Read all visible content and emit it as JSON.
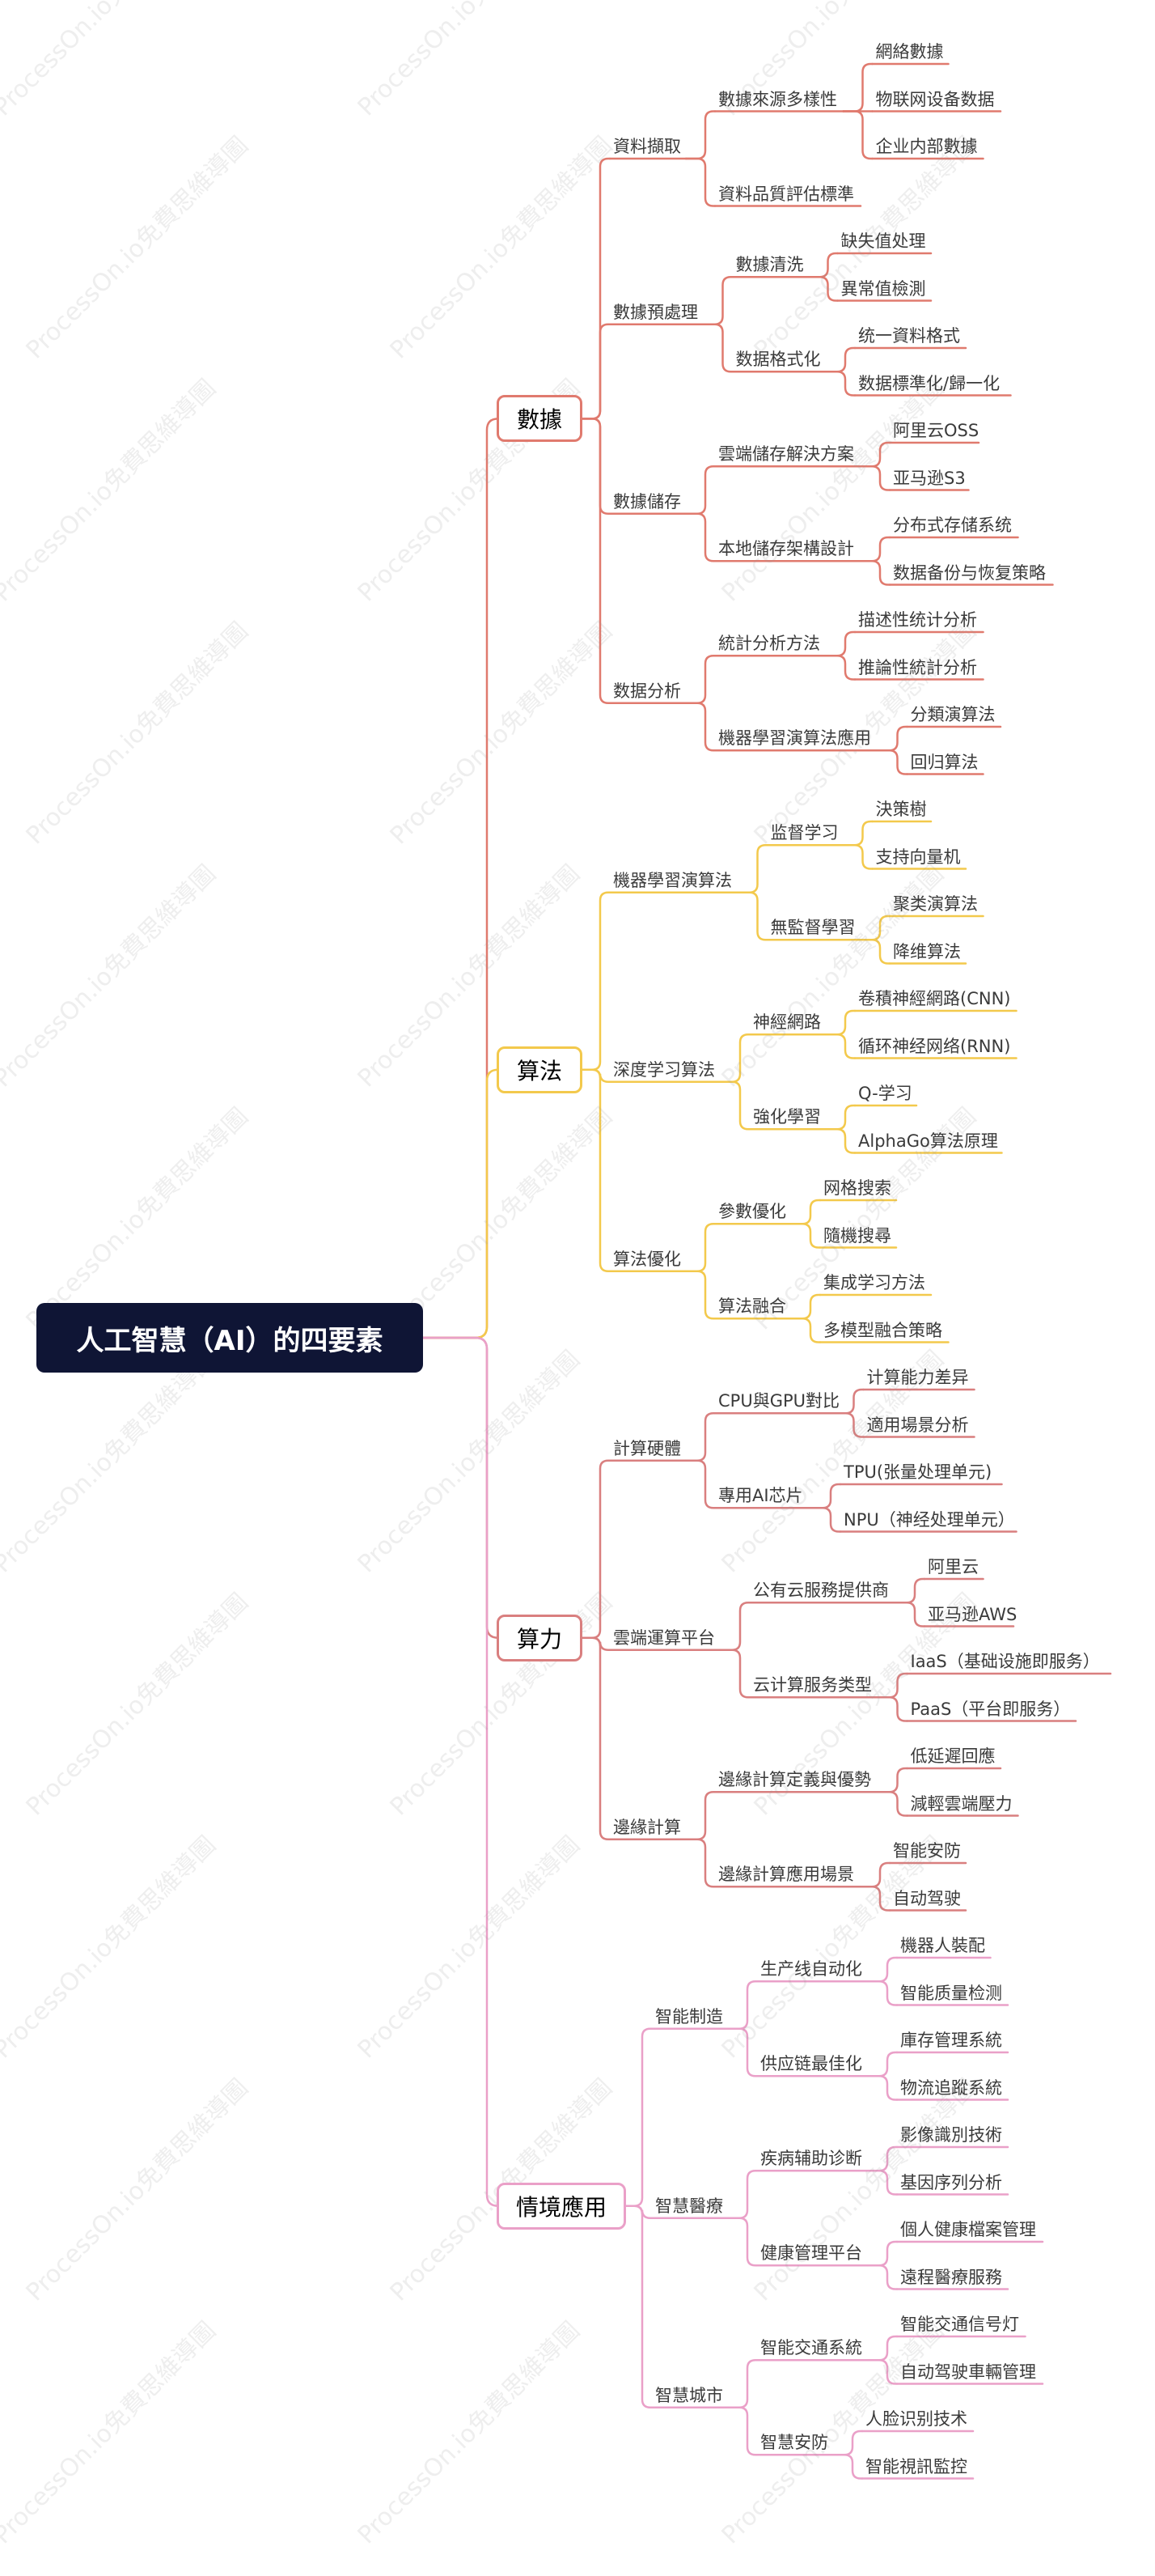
{
  "title": "人工智慧（AI）的四要素",
  "watermark": "ProcessOn.io免費思維導圖",
  "branches": [
    {
      "label": "數據",
      "color": "#e07a6e",
      "children": [
        {
          "label": "資料擷取",
          "children": [
            {
              "label": "數據來源多樣性",
              "children": [
                {
                  "label": "網絡數據"
                },
                {
                  "label": "物联网设备数据"
                },
                {
                  "label": "企业内部數據"
                }
              ]
            },
            {
              "label": "資料品質評估標準"
            }
          ]
        },
        {
          "label": "數據預處理",
          "children": [
            {
              "label": "數據清洗",
              "children": [
                {
                  "label": "缺失值处理"
                },
                {
                  "label": "異常值檢測"
                }
              ]
            },
            {
              "label": "数据格式化",
              "children": [
                {
                  "label": "统一資料格式"
                },
                {
                  "label": "数据標準化/歸一化"
                }
              ]
            }
          ]
        },
        {
          "label": "數據儲存",
          "children": [
            {
              "label": "雲端儲存解決方案",
              "children": [
                {
                  "label": "阿里云OSS"
                },
                {
                  "label": "亚马逊S3"
                }
              ]
            },
            {
              "label": "本地儲存架構設計",
              "children": [
                {
                  "label": "分布式存储系统"
                },
                {
                  "label": "数据备份与恢复策略"
                }
              ]
            }
          ]
        },
        {
          "label": "数据分析",
          "children": [
            {
              "label": "統計分析方法",
              "children": [
                {
                  "label": "描述性统计分析"
                },
                {
                  "label": "推論性統計分析"
                }
              ]
            },
            {
              "label": "機器學習演算法應用",
              "children": [
                {
                  "label": "分類演算法"
                },
                {
                  "label": "回归算法"
                }
              ]
            }
          ]
        }
      ]
    },
    {
      "label": "算法",
      "color": "#f3c94c",
      "children": [
        {
          "label": "機器學習演算法",
          "children": [
            {
              "label": "监督学习",
              "children": [
                {
                  "label": "決策樹"
                },
                {
                  "label": "支持向量机"
                }
              ]
            },
            {
              "label": "無監督學習",
              "children": [
                {
                  "label": "聚类演算法"
                },
                {
                  "label": "降维算法"
                }
              ]
            }
          ]
        },
        {
          "label": "深度学习算法",
          "children": [
            {
              "label": "神經網路",
              "children": [
                {
                  "label": "卷積神經網路(CNN)"
                },
                {
                  "label": "循环神经网络(RNN)"
                }
              ]
            },
            {
              "label": "強化學習",
              "children": [
                {
                  "label": "Q-学习"
                },
                {
                  "label": "AlphaGo算法原理"
                }
              ]
            }
          ]
        },
        {
          "label": "算法優化",
          "children": [
            {
              "label": "參數優化",
              "children": [
                {
                  "label": "网格搜索"
                },
                {
                  "label": "隨機搜尋"
                }
              ]
            },
            {
              "label": "算法融合",
              "children": [
                {
                  "label": "集成学习方法"
                },
                {
                  "label": "多模型融合策略"
                }
              ]
            }
          ]
        }
      ]
    },
    {
      "label": "算力",
      "color": "#d97f7f",
      "children": [
        {
          "label": "計算硬體",
          "children": [
            {
              "label": "CPU與GPU對比",
              "children": [
                {
                  "label": "计算能力差异"
                },
                {
                  "label": "適用場景分析"
                }
              ]
            },
            {
              "label": "專用AI芯片",
              "children": [
                {
                  "label": "TPU(张量处理单元)"
                },
                {
                  "label": "NPU（神经处理单元）"
                }
              ]
            }
          ]
        },
        {
          "label": "雲端運算平台",
          "children": [
            {
              "label": "公有云服務提供商",
              "children": [
                {
                  "label": "阿里云"
                },
                {
                  "label": "亚马逊AWS"
                }
              ]
            },
            {
              "label": "云计算服务类型",
              "children": [
                {
                  "label": "IaaS（基础设施即服务）"
                },
                {
                  "label": "PaaS（平台即服务）"
                }
              ]
            }
          ]
        },
        {
          "label": "邊緣計算",
          "children": [
            {
              "label": "邊緣計算定義與優勢",
              "children": [
                {
                  "label": "低延遲回應"
                },
                {
                  "label": "減輕雲端壓力"
                }
              ]
            },
            {
              "label": "邊緣計算應用場景",
              "children": [
                {
                  "label": "智能安防"
                },
                {
                  "label": "自动驾驶"
                }
              ]
            }
          ]
        }
      ]
    },
    {
      "label": "情境應用",
      "color": "#eaa0c8",
      "children": [
        {
          "label": "智能制造",
          "children": [
            {
              "label": "生产线自动化",
              "children": [
                {
                  "label": "機器人裝配"
                },
                {
                  "label": "智能质量检测"
                }
              ]
            },
            {
              "label": "供应链最佳化",
              "children": [
                {
                  "label": "庫存管理系統"
                },
                {
                  "label": "物流追蹤系統"
                }
              ]
            }
          ]
        },
        {
          "label": "智慧醫療",
          "children": [
            {
              "label": "疾病辅助诊断",
              "children": [
                {
                  "label": "影像識別技術"
                },
                {
                  "label": "基因序列分析"
                }
              ]
            },
            {
              "label": "健康管理平台",
              "children": [
                {
                  "label": "個人健康檔案管理"
                },
                {
                  "label": "遠程醫療服務"
                }
              ]
            }
          ]
        },
        {
          "label": "智慧城市",
          "children": [
            {
              "label": "智能交通系統",
              "children": [
                {
                  "label": "智能交通信号灯"
                },
                {
                  "label": "自动驾驶車輛管理"
                }
              ]
            },
            {
              "label": "智慧安防",
              "children": [
                {
                  "label": "人脸识别技术"
                },
                {
                  "label": "智能視訊監控"
                }
              ]
            }
          ]
        }
      ]
    }
  ]
}
